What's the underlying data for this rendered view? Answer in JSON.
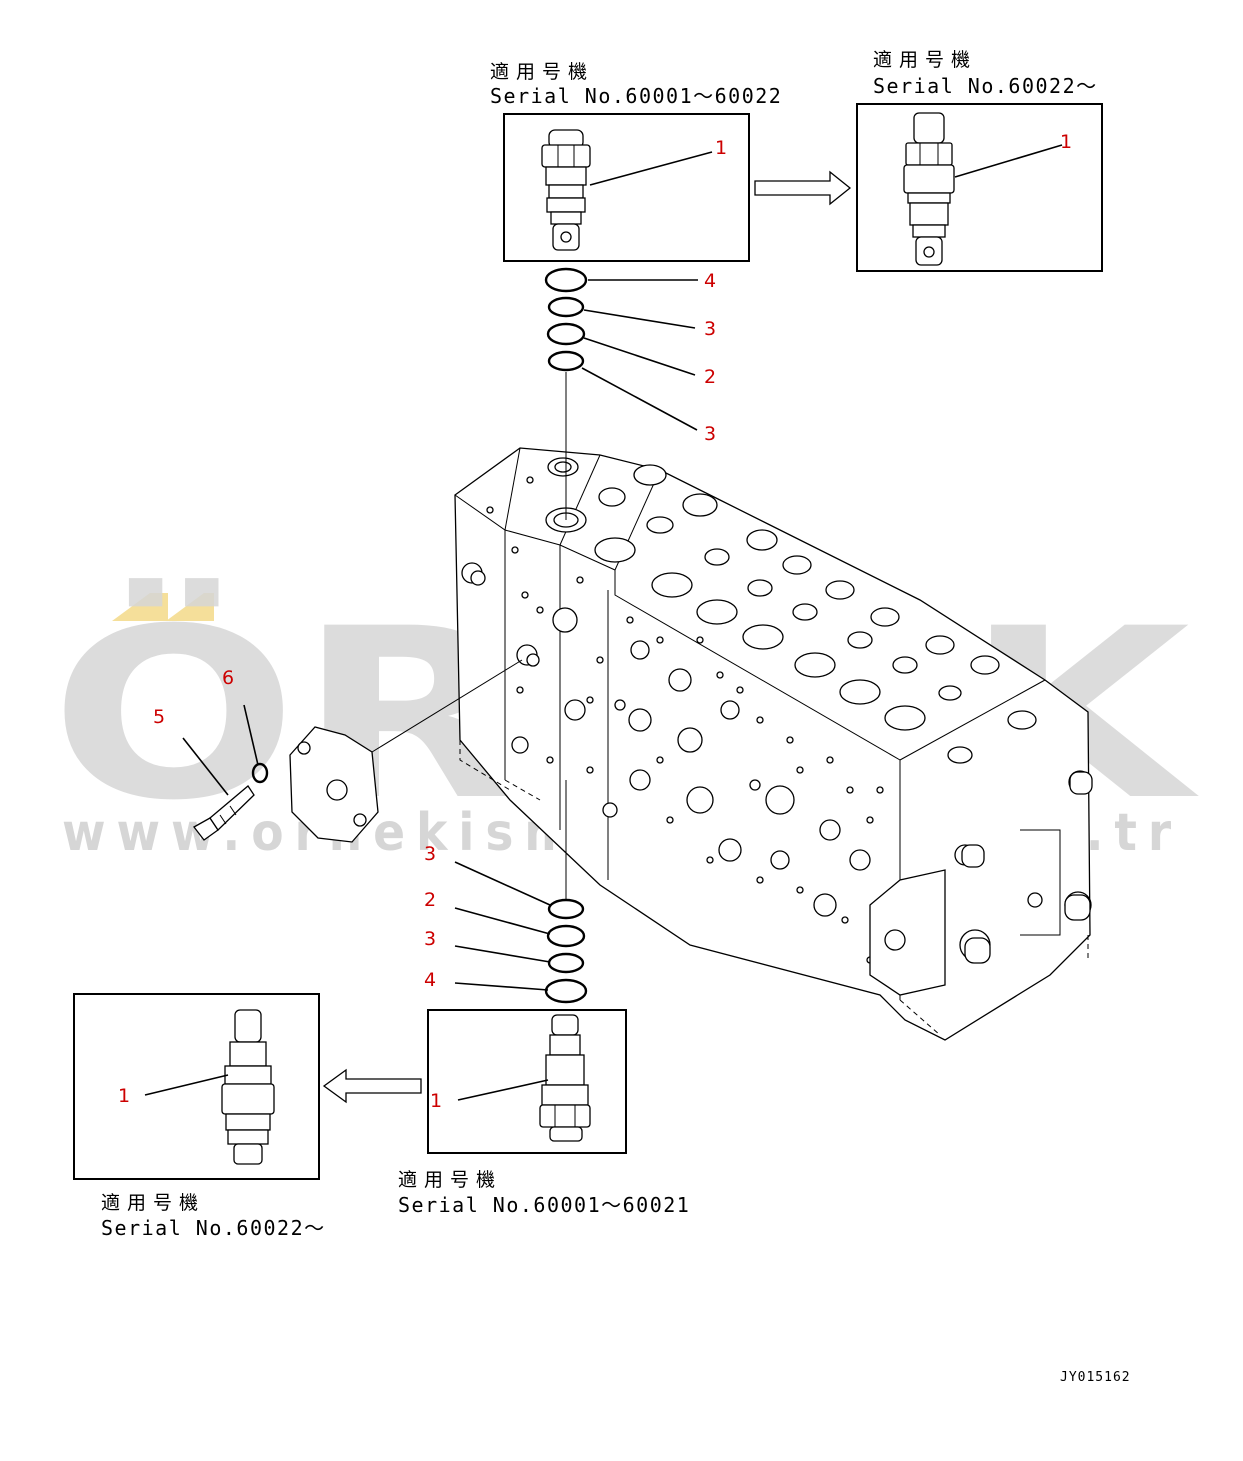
{
  "labels": {
    "top_left_jp": "適用号機",
    "top_left_serial": "Serial No.60001～60022",
    "top_right_jp": "適用号機",
    "top_right_serial": "Serial No.60022～",
    "bottom_mid_jp": "適用号機",
    "bottom_mid_serial": "Serial No.60001～60021",
    "bottom_left_jp": "適用号機",
    "bottom_left_serial": "Serial No.60022～"
  },
  "callouts": {
    "c1_top_left": "1",
    "c1_top_right": "1",
    "c4_top": "4",
    "c3_top_a": "3",
    "c2_top": "2",
    "c3_top_b": "3",
    "c6": "6",
    "c5": "5",
    "c3_bot_a": "3",
    "c2_bot": "2",
    "c3_bot_b": "3",
    "c4_bot": "4",
    "c1_bot_left": "1",
    "c1_bot_mid": "1"
  },
  "drawing_code": "JY015162",
  "watermark": {
    "brand": "ÖRNEK",
    "url": "www.ornekismakinalari.com.tr",
    "accent_color": "#f5df9a",
    "gray_color": "#d6d6d6"
  },
  "colors": {
    "callout": "#cc0000",
    "line": "#000000"
  }
}
